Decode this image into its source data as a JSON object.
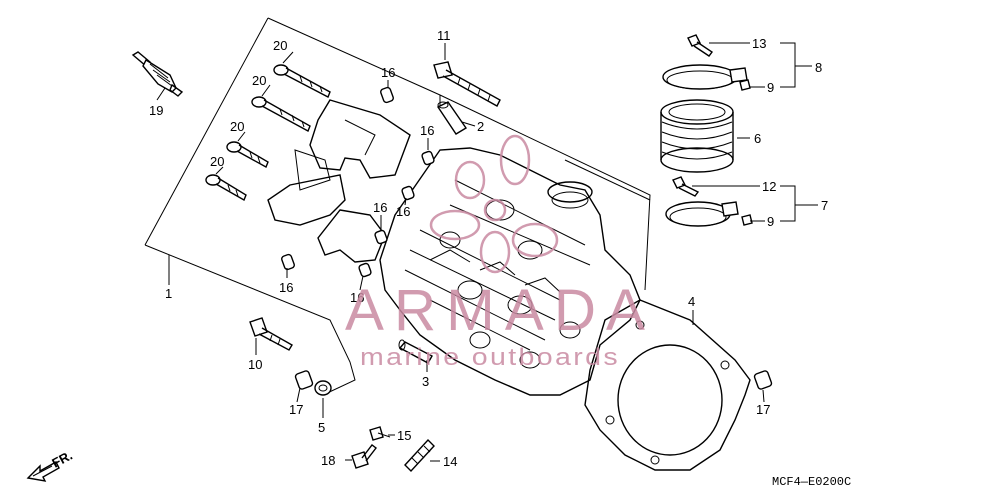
{
  "callouts": [
    {
      "id": "c1",
      "text": "1"
    },
    {
      "id": "c2",
      "text": "2"
    },
    {
      "id": "c3",
      "text": "3"
    },
    {
      "id": "c4",
      "text": "4"
    },
    {
      "id": "c5",
      "text": "5"
    },
    {
      "id": "c6",
      "text": "6"
    },
    {
      "id": "c7",
      "text": "7"
    },
    {
      "id": "c8",
      "text": "8"
    },
    {
      "id": "c9a",
      "text": "9"
    },
    {
      "id": "c9b",
      "text": "9"
    },
    {
      "id": "c10",
      "text": "10"
    },
    {
      "id": "c11",
      "text": "11"
    },
    {
      "id": "c12",
      "text": "12"
    },
    {
      "id": "c13",
      "text": "13"
    },
    {
      "id": "c14",
      "text": "14"
    },
    {
      "id": "c15",
      "text": "15"
    },
    {
      "id": "c16a",
      "text": "16"
    },
    {
      "id": "c16b",
      "text": "16"
    },
    {
      "id": "c16c",
      "text": "16"
    },
    {
      "id": "c16d",
      "text": "16"
    },
    {
      "id": "c16e",
      "text": "16"
    },
    {
      "id": "c16f",
      "text": "16"
    },
    {
      "id": "c17a",
      "text": "17"
    },
    {
      "id": "c17b",
      "text": "17"
    },
    {
      "id": "c18",
      "text": "18"
    },
    {
      "id": "c19",
      "text": "19"
    },
    {
      "id": "c20a",
      "text": "20"
    },
    {
      "id": "c20b",
      "text": "20"
    },
    {
      "id": "c20c",
      "text": "20"
    },
    {
      "id": "c20d",
      "text": "20"
    }
  ],
  "front_marker": "FR.",
  "diagram_code": "MCF4—E0200C",
  "watermark": {
    "brand": "ARMADA",
    "tagline": "marine outboards",
    "color": "#c98aa2"
  }
}
